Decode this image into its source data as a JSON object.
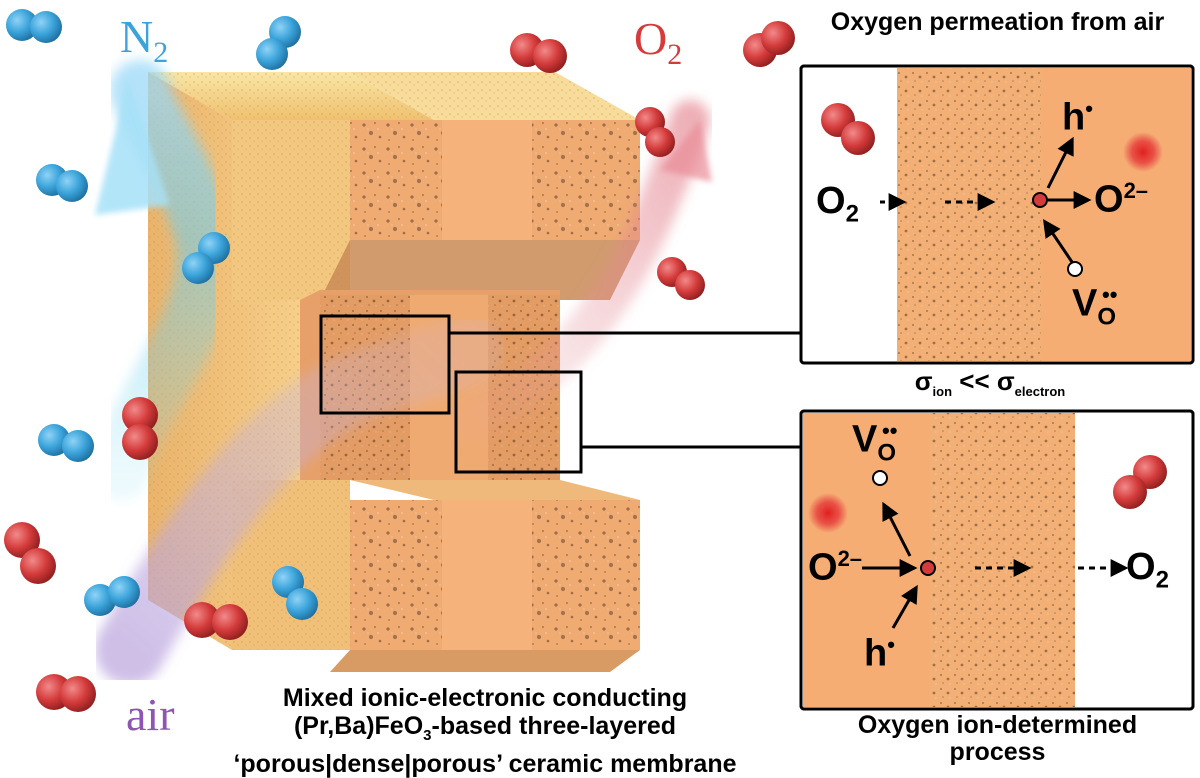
{
  "labels": {
    "top_panel_title": "Oxygen permeation from air",
    "gas_n2": "N",
    "gas_n2_sub": "2",
    "gas_o2": "O",
    "gas_o2_sub": "2",
    "gas_air": "air",
    "sigma_left": "σ",
    "sigma_left_sub": "ion",
    "sigma_relation": " << ",
    "sigma_right": "σ",
    "sigma_right_sub": "electron",
    "caption_left_line1": "Mixed ionic-electronic conducting",
    "caption_left_line2": "(Pr,Ba)FeO",
    "caption_left_line2_sub": "3",
    "caption_left_line2_rest": "-based three-layered",
    "caption_left_line3": "‘porous|dense|porous’ ceramic membrane",
    "caption_right_line1": "Oxygen ion-determined",
    "caption_right_line2": "process"
  },
  "top_inset": {
    "o2_left": "O",
    "o2_left_sub": "2",
    "product_ion": "O",
    "product_ion_sup": "2–",
    "hole": "h",
    "hole_sup": "•",
    "vacancy": "V",
    "vacancy_sub": "O",
    "vacancy_sup": "••"
  },
  "bottom_inset": {
    "vacancy": "V",
    "vacancy_sub": "O",
    "vacancy_sup": "••",
    "reactant_ion": "O",
    "reactant_ion_sup": "2–",
    "hole": "h",
    "hole_sup": "•",
    "o2_right": "O",
    "o2_right_sub": "2"
  },
  "colors": {
    "nitrogen": "#3aa3da",
    "oxygen": "#d43b3b",
    "air": "#8e55b5",
    "membrane": "#f1b079",
    "membrane_dense": "#f5ad74",
    "membrane_top": "#f6d68f"
  }
}
